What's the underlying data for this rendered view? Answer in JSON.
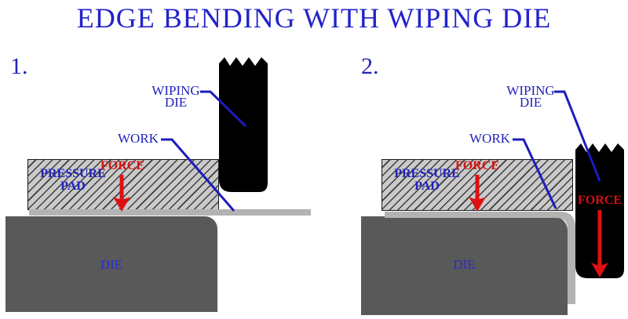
{
  "title": "EDGE BENDING WITH WIPING DIE",
  "colors": {
    "title_blue": "#2222cc",
    "label_blue": "#2222bb",
    "leader_blue": "#1c1cbe",
    "force_red": "#dd1111",
    "die_gray": "#595959",
    "work_gray": "#b3b3b3",
    "pad_fill_gray": "#c9c9c9",
    "pad_hatch_dark": "#3c3c3c",
    "wiping_die_black": "#000000"
  },
  "panel1": {
    "number": "1.",
    "wiping_die_label": {
      "line1": "WIPING",
      "line2": "DIE"
    },
    "work_label": "WORK",
    "pressure_pad_label": {
      "line1": "PRESSURE",
      "line2": "PAD"
    },
    "force_label": "FORCE",
    "die_label": "DIE"
  },
  "panel2": {
    "number": "2.",
    "wiping_die_label": {
      "line1": "WIPING",
      "line2": "DIE"
    },
    "work_label": "WORK",
    "pressure_pad_label": {
      "line1": "PRESSURE",
      "line2": "PAD"
    },
    "force_label": "FORCE",
    "die_label": "DIE",
    "wiping_force_label": "FORCE"
  }
}
